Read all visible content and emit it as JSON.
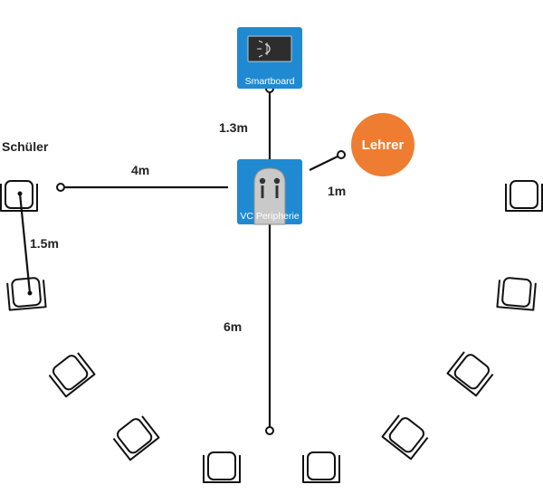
{
  "diagram": {
    "smartboard": {
      "label": "Smartboard",
      "color": "#1f8ad2"
    },
    "vc": {
      "label": "VC Peripherie",
      "color": "#1f8ad2"
    },
    "teacher": {
      "label": "Lehrer",
      "color": "#ee7d31"
    },
    "students_label": "Schüler",
    "distances": {
      "smartboard": "1.3m",
      "teacher": "1m",
      "student_row": "4m",
      "student_spacing": "1.5m",
      "rear": "6m"
    },
    "icons": [
      "projector-icon",
      "camera-icon",
      "chair-icon"
    ]
  }
}
